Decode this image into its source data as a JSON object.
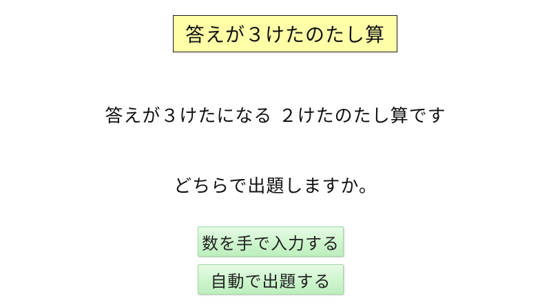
{
  "header": {
    "title": "答えが３けたのたし算"
  },
  "main": {
    "description": "答えが３けたになる ２けたのたし算です",
    "question": "どちらで出題しますか。"
  },
  "actions": {
    "manual_label": "数を手で入力する",
    "auto_label": "自動で出題する"
  },
  "colors": {
    "title_background": "#ffffa8",
    "button_background": "#cdf5cd"
  }
}
